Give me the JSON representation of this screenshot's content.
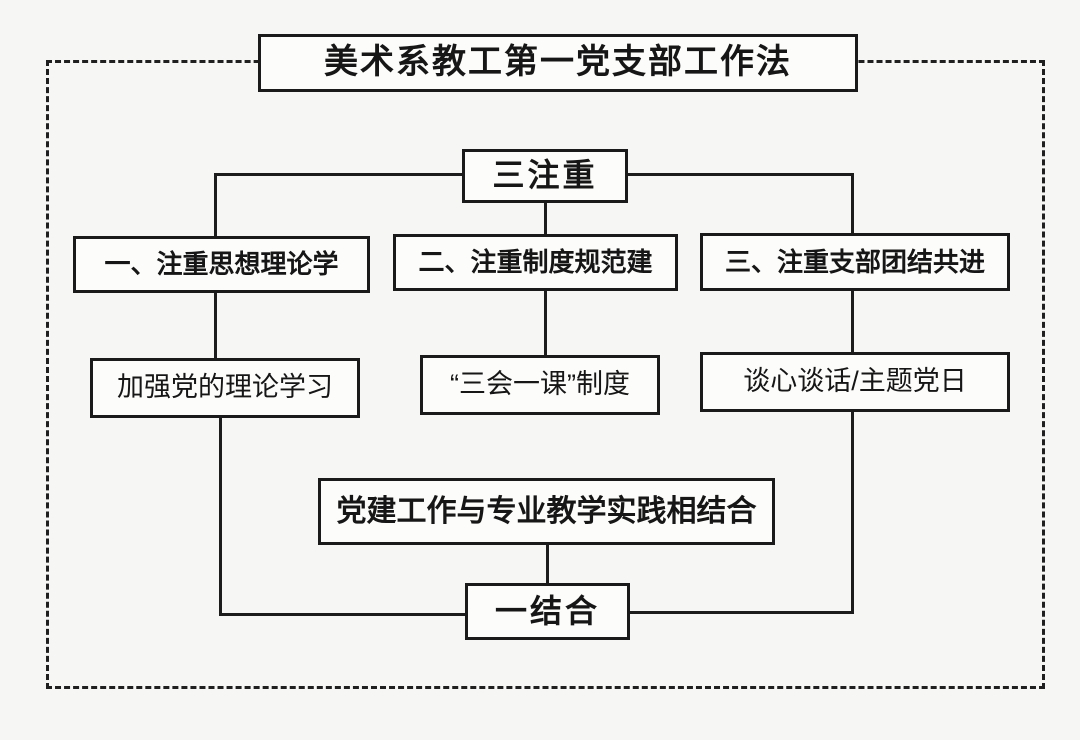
{
  "diagram": {
    "title": "美术系教工第一党支部工作法",
    "top_node": "三注重",
    "columns": [
      {
        "heading": "一、注重思想理论学",
        "detail": "加强党的理论学习"
      },
      {
        "heading": "二、注重制度规范建",
        "detail": "“三会一课”制度"
      },
      {
        "heading": "三、注重支部团结共进",
        "detail": "谈心谈话/主题党日"
      }
    ],
    "integration": "党建工作与专业教学实践相结合",
    "bottom_node": "一结合",
    "colors": {
      "line": "#1c1c1c",
      "box_border": "#1a1a1a",
      "box_bg": "#fcfcfb",
      "page_bg": "#f6f6f4",
      "text": "#161616"
    }
  }
}
